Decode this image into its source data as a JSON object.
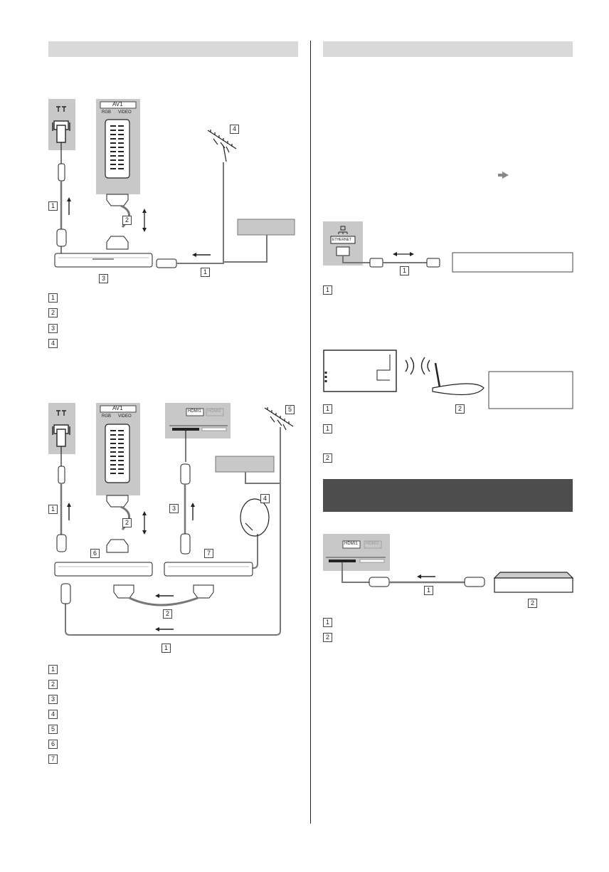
{
  "panel_labels": {
    "av1": "AV1",
    "rgb": "RGB",
    "video": "VIDEO",
    "hdmi1": "HDMI1",
    "hdmi2": "HDMI2",
    "ethernet": "ETHERNET"
  },
  "numbers": {
    "n1": "1",
    "n2": "2",
    "n3": "3",
    "n4": "4",
    "n5": "5",
    "n6": "6",
    "n7": "7"
  },
  "colors": {
    "section_bar": "#d9d9d9",
    "section_bar_dark": "#4d4d4d",
    "panel_gray": "#c8c8c8",
    "cable": "#777777",
    "line": "#333333"
  }
}
